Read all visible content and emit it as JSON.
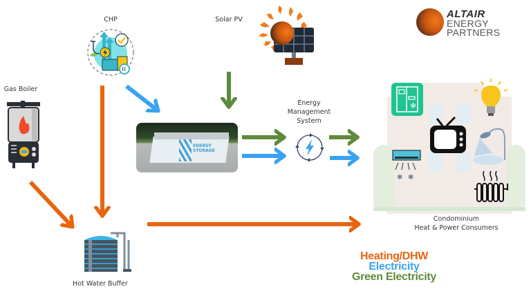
{
  "logo": {
    "line1": "ALTAIR",
    "line2": "ENERGY",
    "line3": "PARTNERS"
  },
  "nodes": {
    "chp": {
      "label": "CHP",
      "icon": "chp-icon"
    },
    "solar_pv": {
      "label": "Solar PV",
      "icon": "solar-panel-icon"
    },
    "gas_boiler": {
      "label": "Gas Boiler",
      "icon": "gas-boiler-icon"
    },
    "energy_storage": {
      "label": "ENERGY STORAGE",
      "icon": "battery-storage-icon"
    },
    "ems": {
      "label_line1": "Energy",
      "label_line2": "Management",
      "label_line3": "System",
      "icon": "cycle-bolt-icon"
    },
    "condo": {
      "label_line1": "Condominium",
      "label_line2": "Heat & Power Consumers",
      "icon": "building-icon"
    },
    "hot_water_buffer": {
      "label": "Hot Water Buffer",
      "icon": "water-tank-icon"
    }
  },
  "consumers": [
    "refrigerator",
    "light-bulb",
    "television",
    "air-conditioner",
    "shower",
    "radiator"
  ],
  "legend": {
    "items": [
      {
        "label": "Heating/DHW",
        "color": "#E8650F"
      },
      {
        "label": "Electricity",
        "color": "#3BA3EE"
      },
      {
        "label": "Green Electricity",
        "color": "#5E8A3C"
      }
    ]
  },
  "colors": {
    "heating": "#E8650F",
    "electricity": "#3BA3EE",
    "green": "#5E8A3C"
  },
  "flows": [
    {
      "from": "CHP",
      "to": "Energy Storage",
      "type": "Electricity"
    },
    {
      "from": "Solar PV",
      "to": "Energy Storage",
      "type": "Green Electricity"
    },
    {
      "from": "Energy Storage",
      "to": "Energy Management System",
      "type": "Green Electricity"
    },
    {
      "from": "Energy Storage",
      "to": "Energy Management System",
      "type": "Electricity"
    },
    {
      "from": "Energy Management System",
      "to": "Condominium",
      "type": "Green Electricity"
    },
    {
      "from": "Energy Management System",
      "to": "Condominium",
      "type": "Electricity"
    },
    {
      "from": "CHP",
      "to": "Hot Water Buffer",
      "type": "Heating/DHW"
    },
    {
      "from": "Gas Boiler",
      "to": "Hot Water Buffer",
      "type": "Heating/DHW"
    },
    {
      "from": "Hot Water Buffer",
      "to": "Condominium",
      "type": "Heating/DHW"
    }
  ]
}
